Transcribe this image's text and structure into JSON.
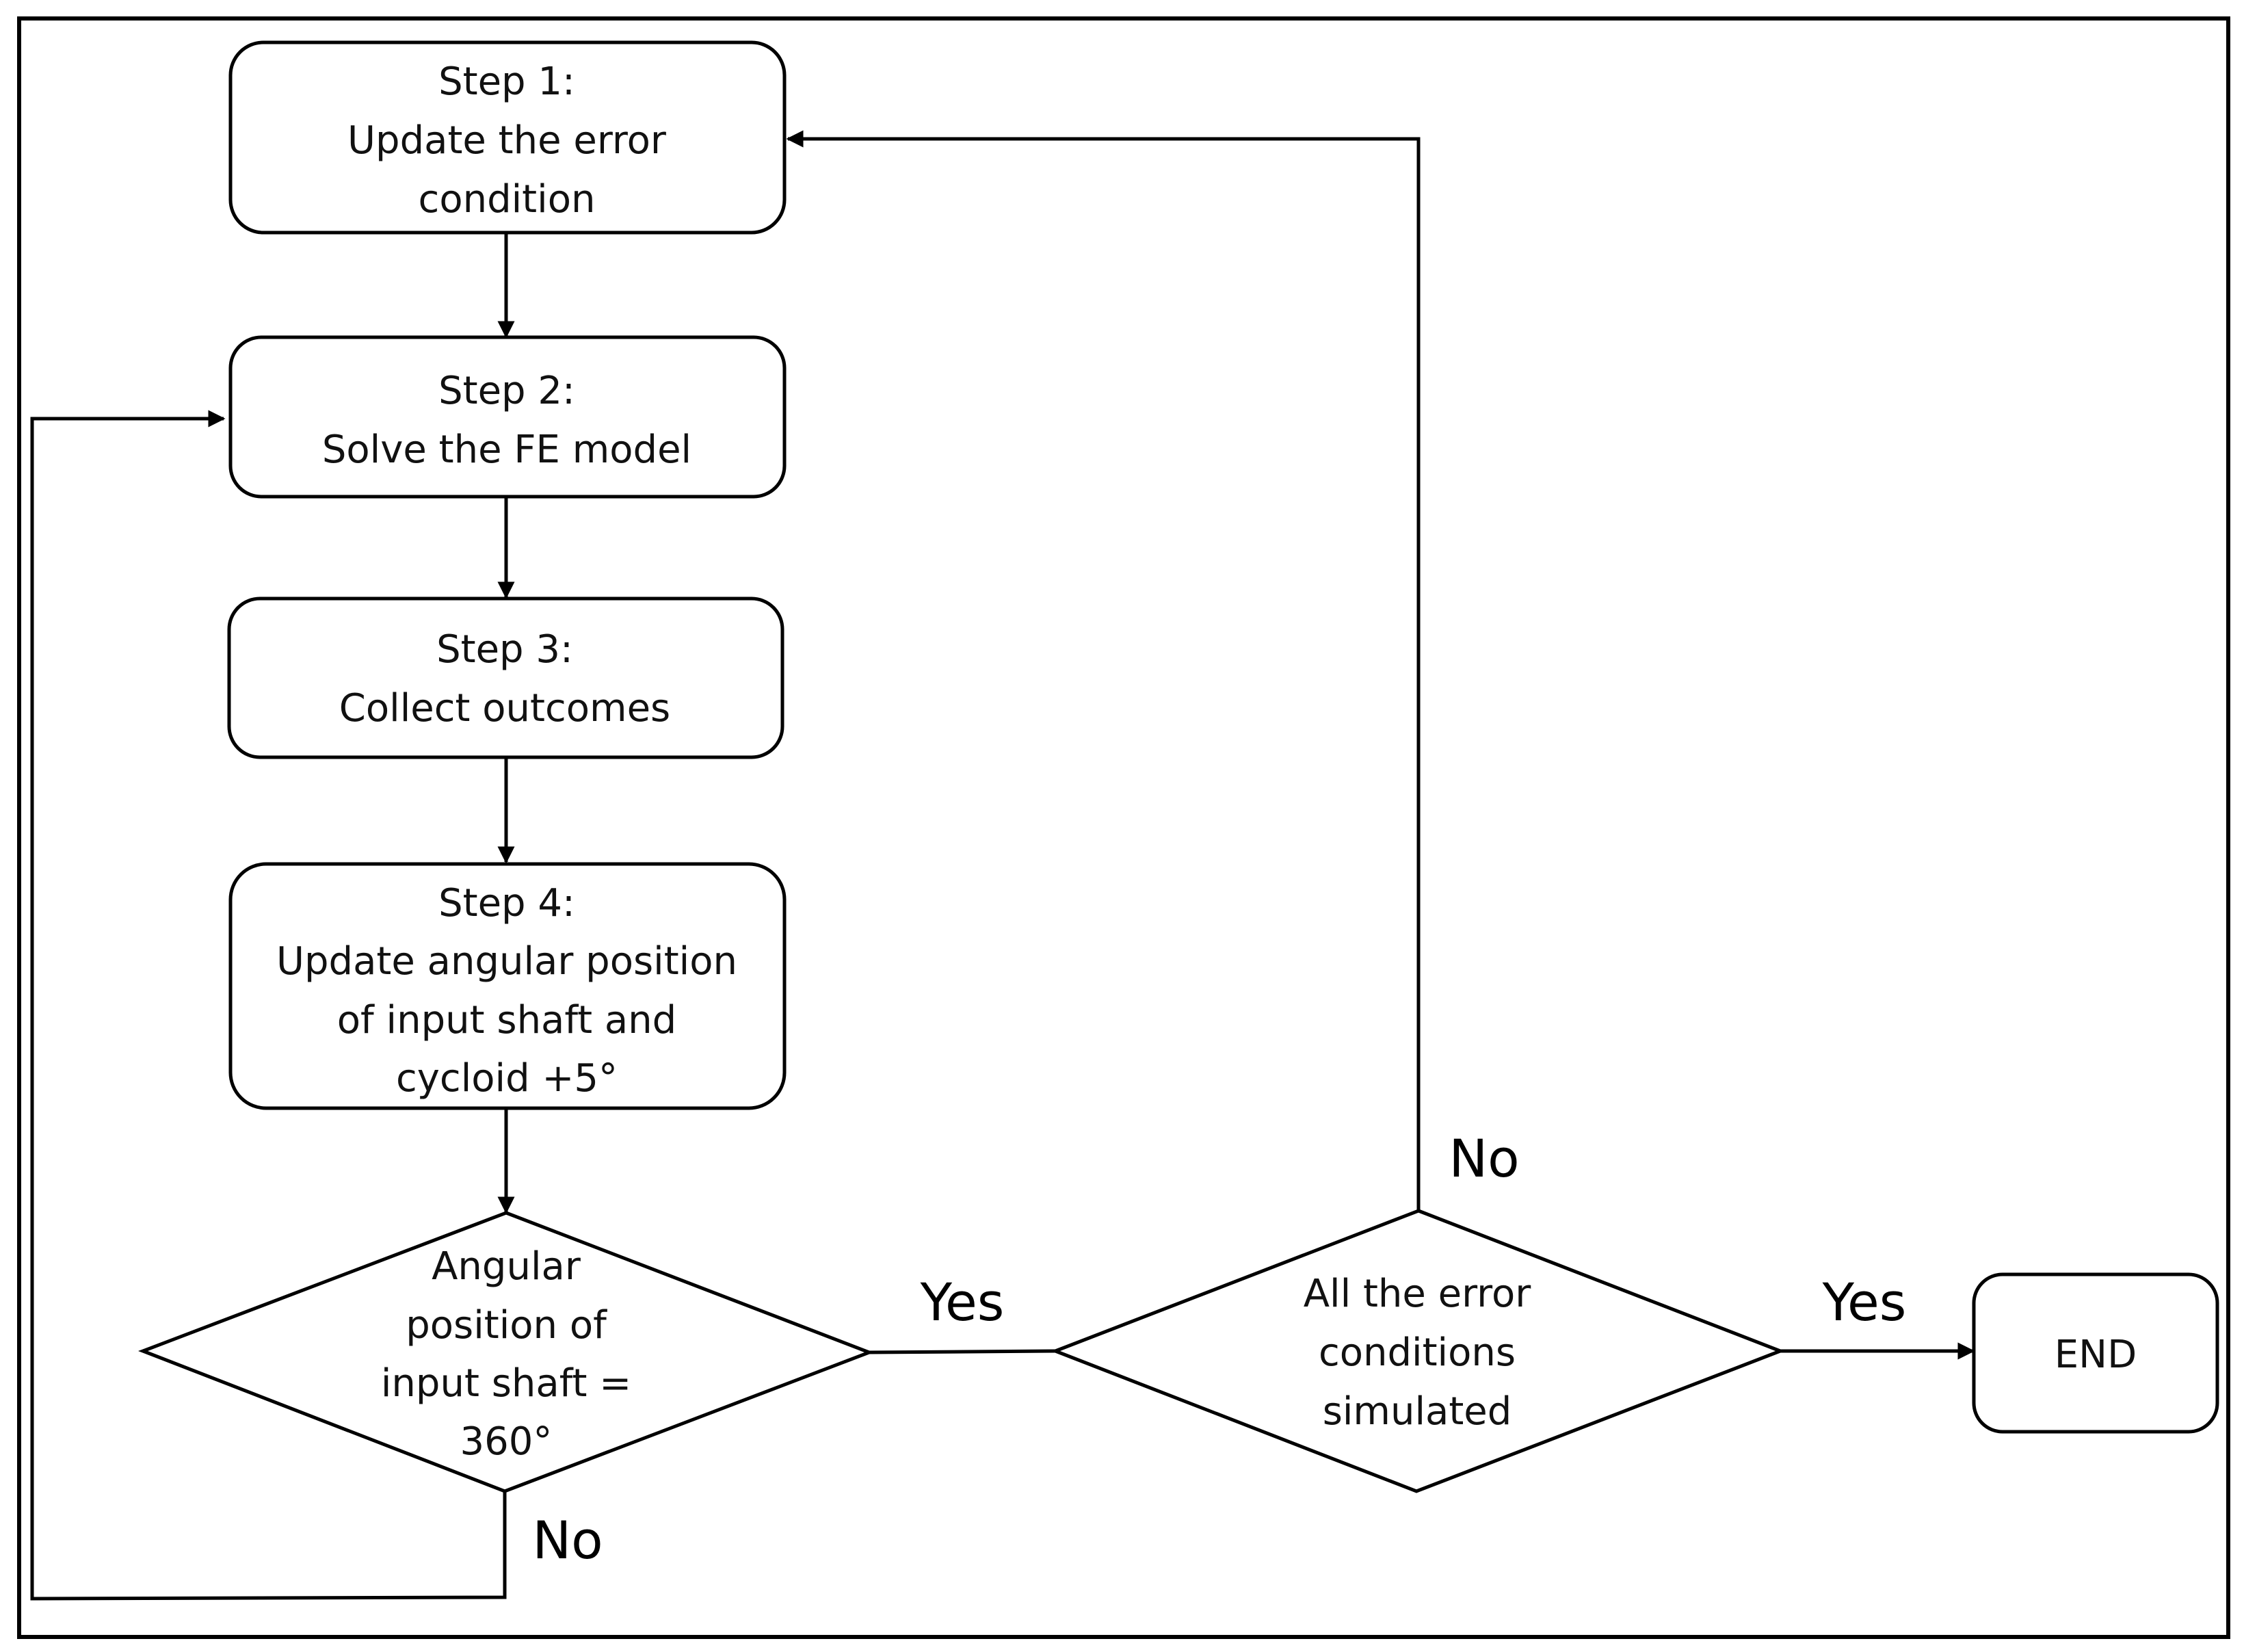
{
  "step1": {
    "line1": "Step 1:",
    "line2": "Update the error",
    "line3": "condition"
  },
  "step2": {
    "line1": "Step 2:",
    "line2": "Solve the FE model"
  },
  "step3": {
    "line1": "Step 3:",
    "line2": "Collect outcomes"
  },
  "step4": {
    "line1": "Step 4:",
    "line2": "Update angular position",
    "line3": "of input shaft and",
    "line4": "cycloid +5°"
  },
  "decision_angle": {
    "line1": "Angular",
    "line2": "position of",
    "line3": "input shaft =",
    "line4": "360°"
  },
  "decision_errors": {
    "line1": "All the error",
    "line2": "conditions",
    "line3": "simulated"
  },
  "end": {
    "label": "END"
  },
  "labels": {
    "yes": "Yes",
    "no": "No"
  }
}
